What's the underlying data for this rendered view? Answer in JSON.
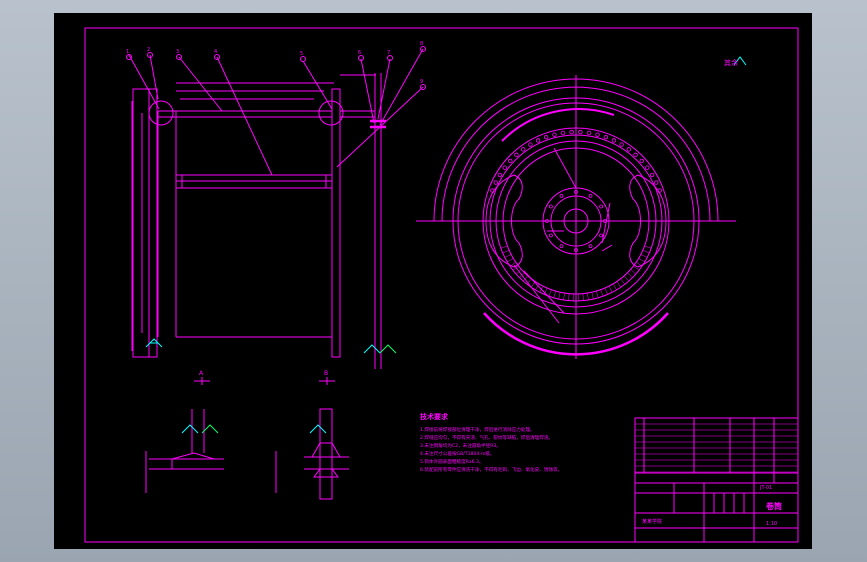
{
  "colors": {
    "background": "#a6b0bb",
    "sheet": "#000000",
    "line": "#ff00ff",
    "dim_green": "#00ff66",
    "dim_cyan": "#00ffff",
    "dim_blue": "#4a7dff"
  },
  "drawing": {
    "roughness_symbol": "其余",
    "section_marks": [
      "A",
      "B"
    ],
    "notes_title": "技术要求",
    "notes": [
      "1.焊接前将焊接部位清理干净，焊后进行消除应力处理。",
      "2.焊缝应均匀，不得有夹渣、气孔、裂纹等缺陷，焊后清理焊渣。",
      "3.未注倒角均为C2，未注圆角半径R3。",
      "4.未注尺寸公差按GB/T1804-m级。",
      "5.筒体外圆表面粗糙度Ra6.3。",
      "6.装配前所有零件应清洗干净，不得有毛刺、飞边、氧化皮、锈蚀等。"
    ],
    "title_block": {
      "title": "卷筒",
      "drawing_no": "JT-01",
      "scale": "1:10",
      "company": "某某学院"
    }
  }
}
